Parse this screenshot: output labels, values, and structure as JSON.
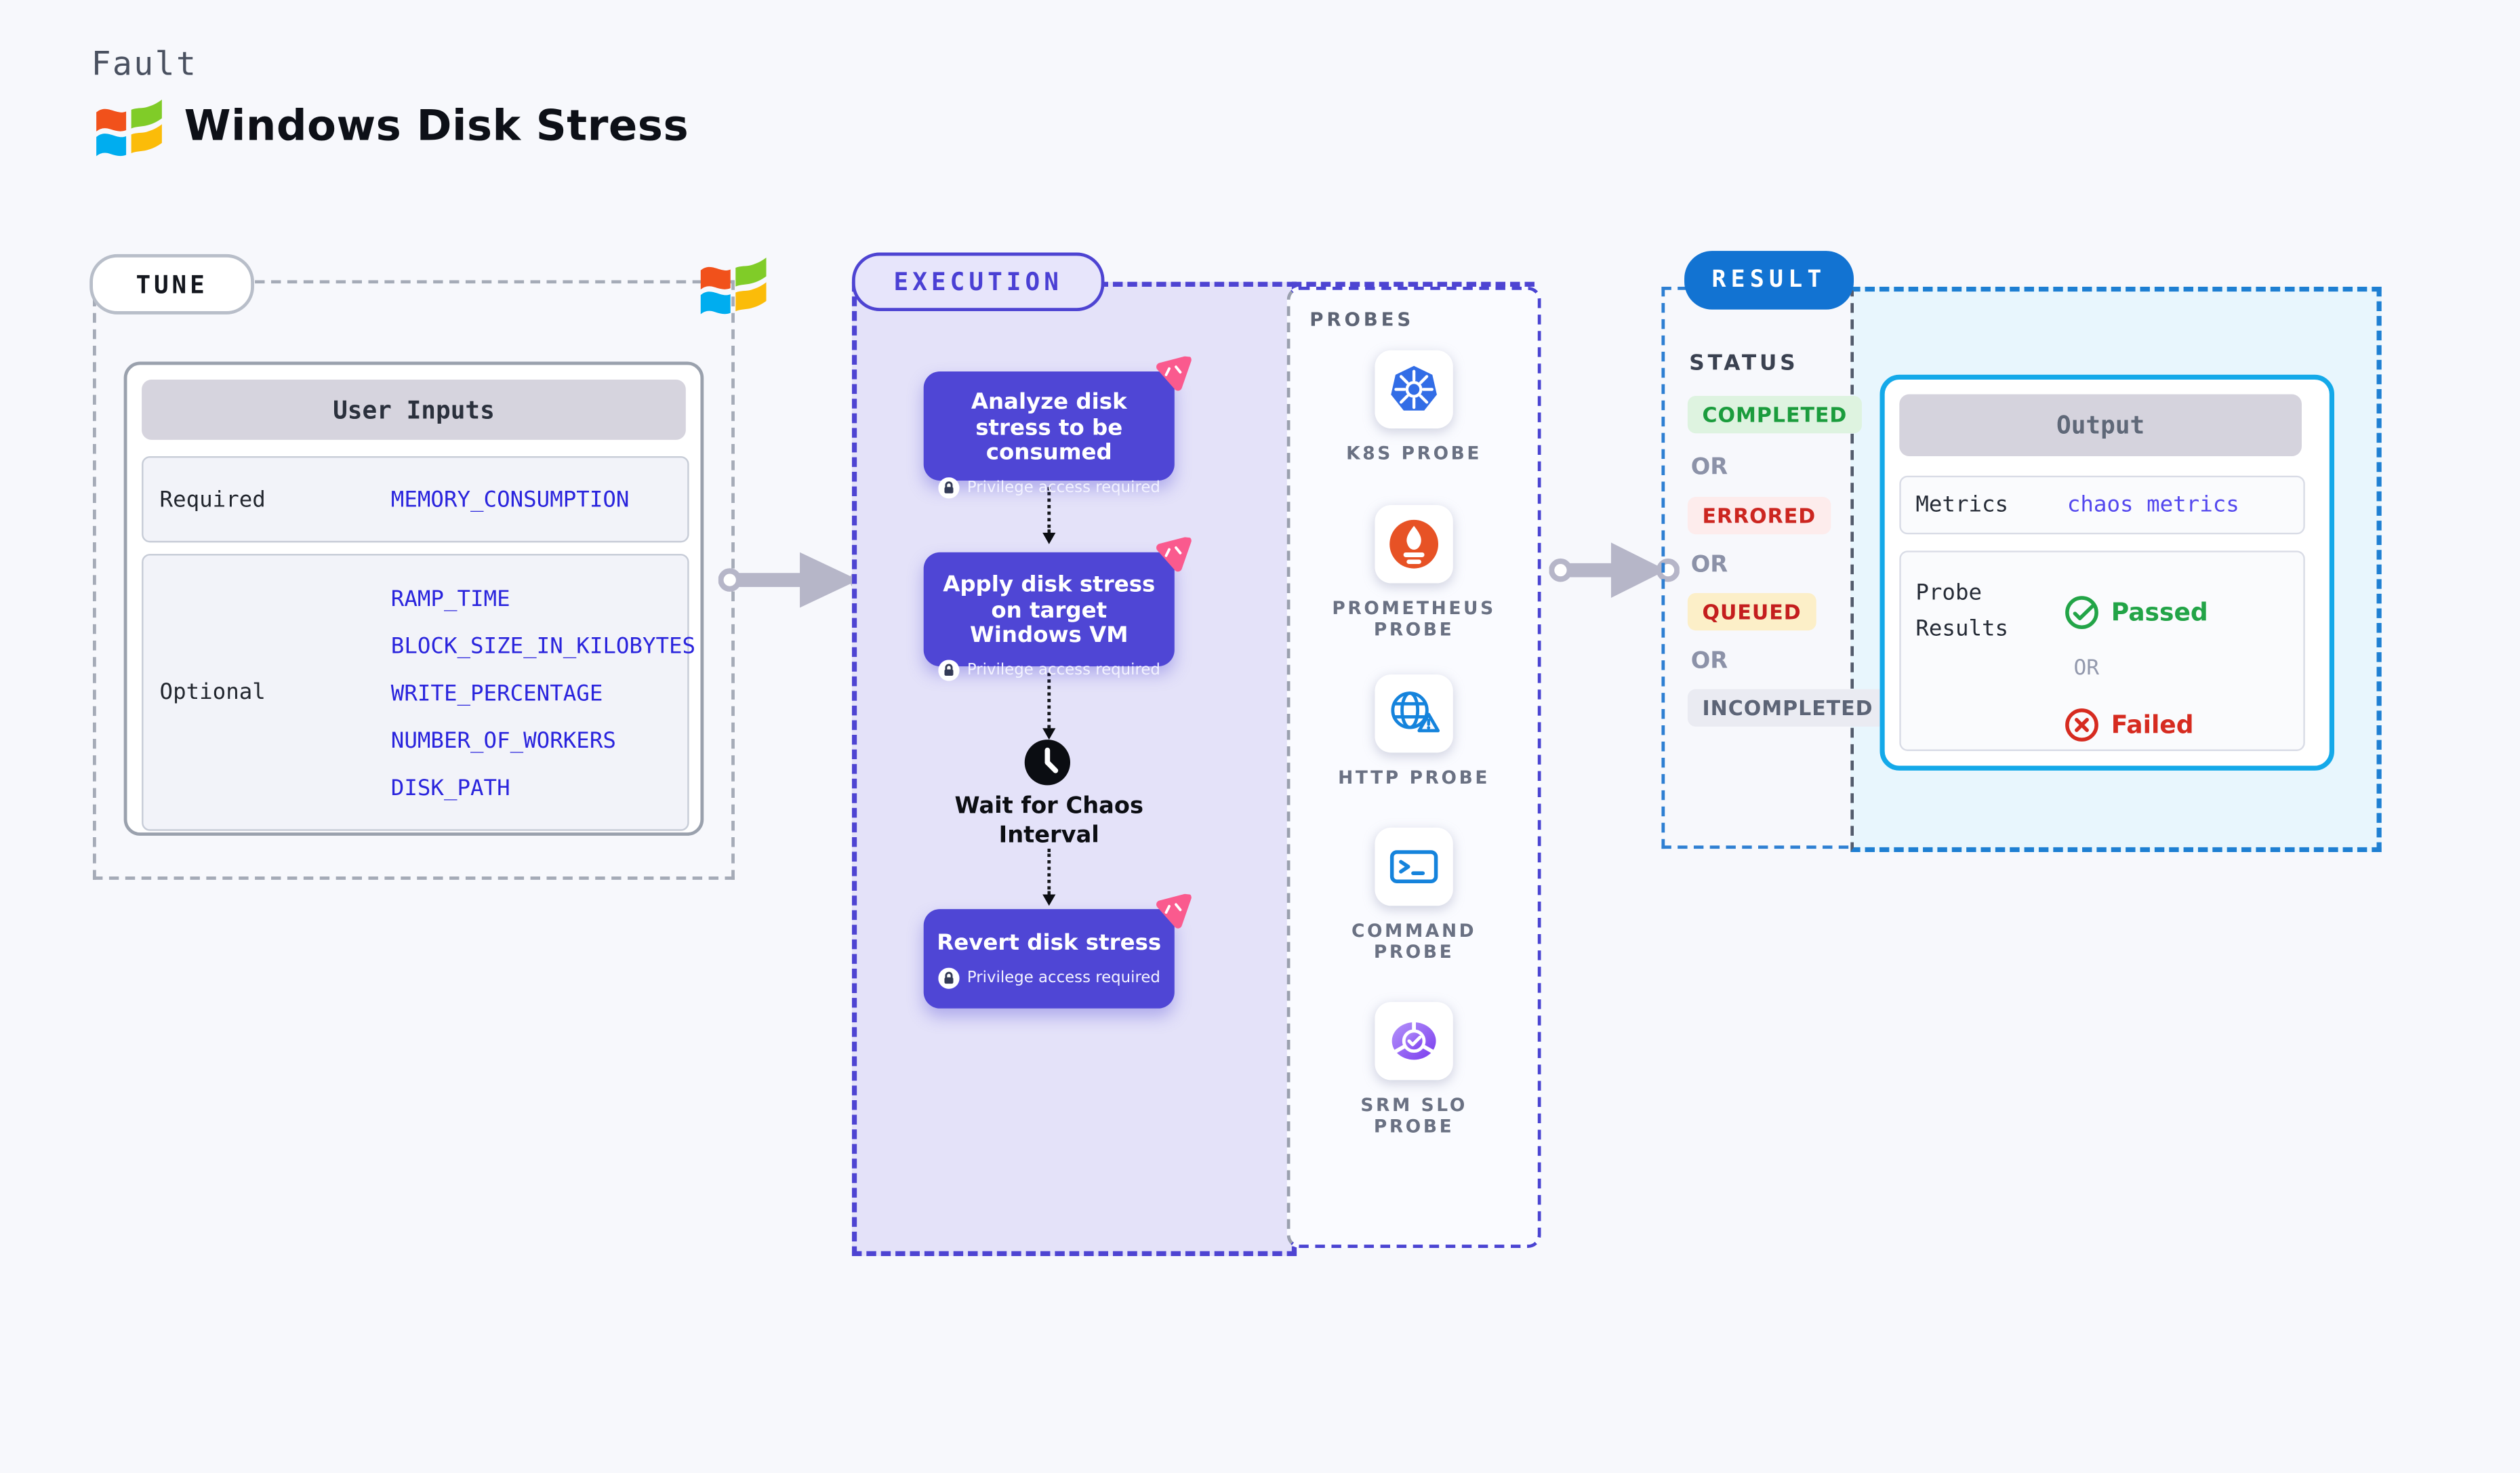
{
  "page": {
    "kicker": "Fault",
    "title": "Windows Disk Stress"
  },
  "tune": {
    "label": "TUNE",
    "table_title": "User Inputs",
    "required_label": "Required",
    "required_values": [
      "MEMORY_CONSUMPTION"
    ],
    "optional_label": "Optional",
    "optional_values": [
      "RAMP_TIME",
      "BLOCK_SIZE_IN_KILOBYTES",
      "WRITE_PERCENTAGE",
      "NUMBER_OF_WORKERS",
      "DISK_PATH"
    ]
  },
  "execution": {
    "label": "EXECUTION",
    "steps": [
      {
        "title": "Analyze disk stress to be consumed",
        "badge": "Privilege access required"
      },
      {
        "title": "Apply disk stress on target Windows VM",
        "badge": "Privilege access required"
      },
      {
        "title": "Revert disk stress",
        "badge": "Privilege access required"
      }
    ],
    "wait_label": "Wait for Chaos Interval"
  },
  "probes": {
    "label": "PROBES",
    "items": [
      {
        "name": "K8S PROBE",
        "icon": "kubernetes-icon"
      },
      {
        "name": "PROMETHEUS PROBE",
        "icon": "prometheus-icon"
      },
      {
        "name": "HTTP PROBE",
        "icon": "http-globe-warning-icon"
      },
      {
        "name": "COMMAND PROBE",
        "icon": "terminal-icon"
      },
      {
        "name": "SRM SLO PROBE",
        "icon": "srm-slo-donut-check-icon"
      }
    ]
  },
  "result": {
    "label": "RESULT",
    "status_label": "STATUS",
    "or_label": "OR",
    "statuses": [
      {
        "text": "COMPLETED",
        "type": "completed"
      },
      {
        "text": "ERRORED",
        "type": "errored"
      },
      {
        "text": "QUEUED",
        "type": "queued"
      },
      {
        "text": "INCOMPLETED",
        "type": "incompleted"
      }
    ],
    "output": {
      "title": "Output",
      "metrics_label": "Metrics",
      "metrics_value": "chaos metrics",
      "probe_results_label": "Probe Results",
      "passed_label": "Passed",
      "or_label": "OR",
      "failed_label": "Failed"
    }
  },
  "colors": {
    "page_bg": "#f7f8fc",
    "accent_purple": "#4e44d2",
    "step_purple": "#4f46d5",
    "execution_bg": "#e4e2f9",
    "result_blue": "#1273d2",
    "output_border": "#14a9e9",
    "cyan_bg": "#e8f6fd",
    "tune_value_blue": "#2a24dd",
    "metrics_blue": "#5347ee",
    "passed_green": "#22a447",
    "failed_red": "#d62b20",
    "completed_green": "#1b9c3d",
    "errored_red": "#cc2620",
    "queued_red": "#c41e1e",
    "chaos_pink": "#fa5a8e",
    "arrow_gray": "#b6b6c8",
    "windows_logo": [
      "#f1511b",
      "#80cc28",
      "#00adef",
      "#fbbc09"
    ]
  }
}
